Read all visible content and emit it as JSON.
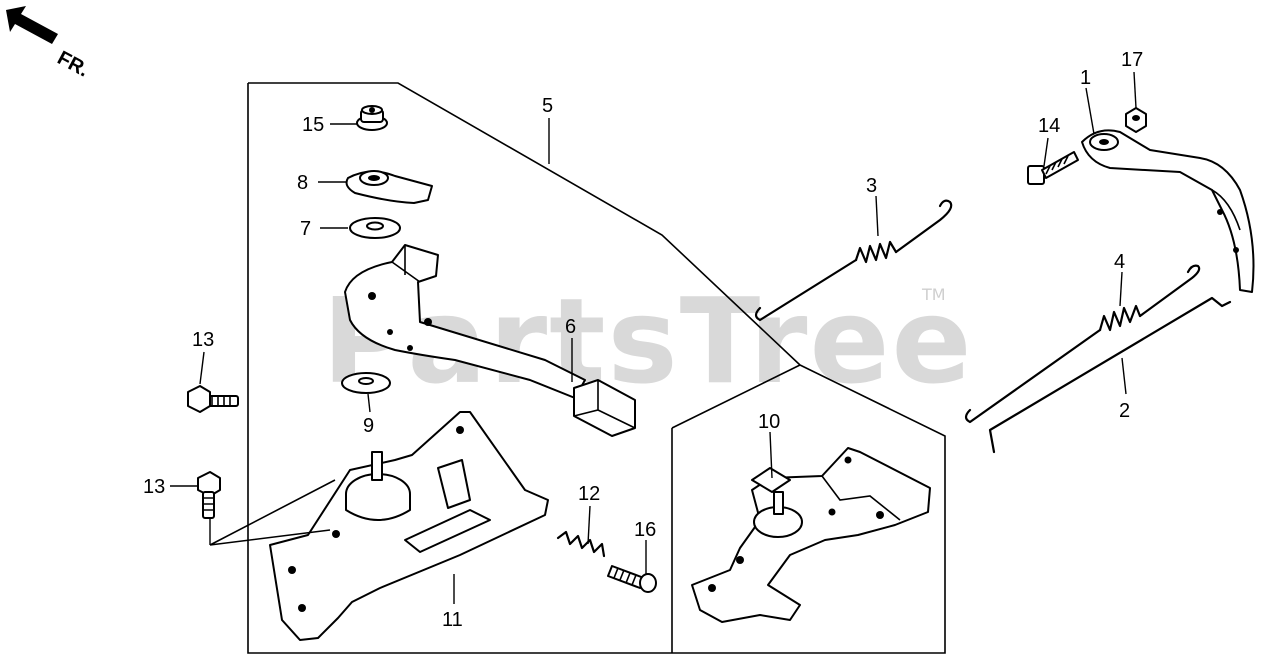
{
  "orientation": {
    "label": "FR.",
    "icon": "front-arrow-icon"
  },
  "watermark": {
    "text": "PartsTree",
    "trademark": "TM"
  },
  "callouts": {
    "c1": "1",
    "c2": "2",
    "c3": "3",
    "c4": "4",
    "c5": "5",
    "c6": "6",
    "c7": "7",
    "c8": "8",
    "c9": "9",
    "c10": "10",
    "c11": "11",
    "c12": "12",
    "c13a": "13",
    "c13b": "13",
    "c14": "14",
    "c15": "15",
    "c16": "16",
    "c17": "17"
  }
}
